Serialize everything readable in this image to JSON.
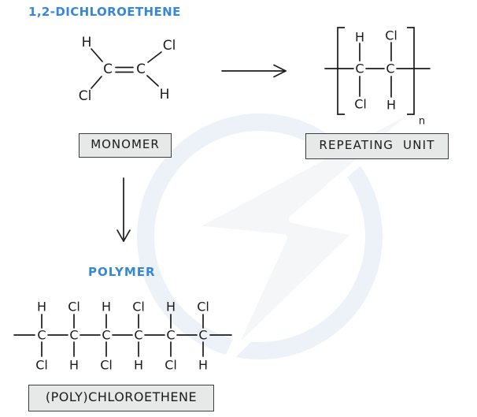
{
  "title": {
    "text": "1,2-DICHLOROETHENE"
  },
  "colors": {
    "accent_blue": "#3787d6",
    "structure_ink": "#1b1b1b",
    "box_background": "#e7e8e8",
    "box_border": "#3d3d3d",
    "watermark_ring": "#ecf2f8",
    "watermark_bolt": "#f4f6f7"
  },
  "monomer": {
    "box_label": "MONOMER",
    "atom_top_left": "H",
    "atom_top_right": "Cl",
    "atom_c_left": "C",
    "atom_c_right": "C",
    "atom_bottom_left": "Cl",
    "atom_bottom_right": "H"
  },
  "repeating_unit": {
    "box_label": "REPEATING UNIT",
    "atom_top_left": "H",
    "atom_top_right": "Cl",
    "atom_c_left": "C",
    "atom_c_right": "C",
    "atom_bottom_left": "Cl",
    "atom_bottom_right": "H",
    "subscript": "n"
  },
  "polymer": {
    "heading": "POLYMER",
    "box_label": "(POLY)CHLOROETHENE",
    "carbons": [
      "C",
      "C",
      "C",
      "C",
      "C",
      "C"
    ],
    "top_substituents": [
      "H",
      "Cl",
      "H",
      "Cl",
      "H",
      "Cl"
    ],
    "bottom_substituents": [
      "Cl",
      "H",
      "Cl",
      "H",
      "Cl",
      "H"
    ]
  }
}
